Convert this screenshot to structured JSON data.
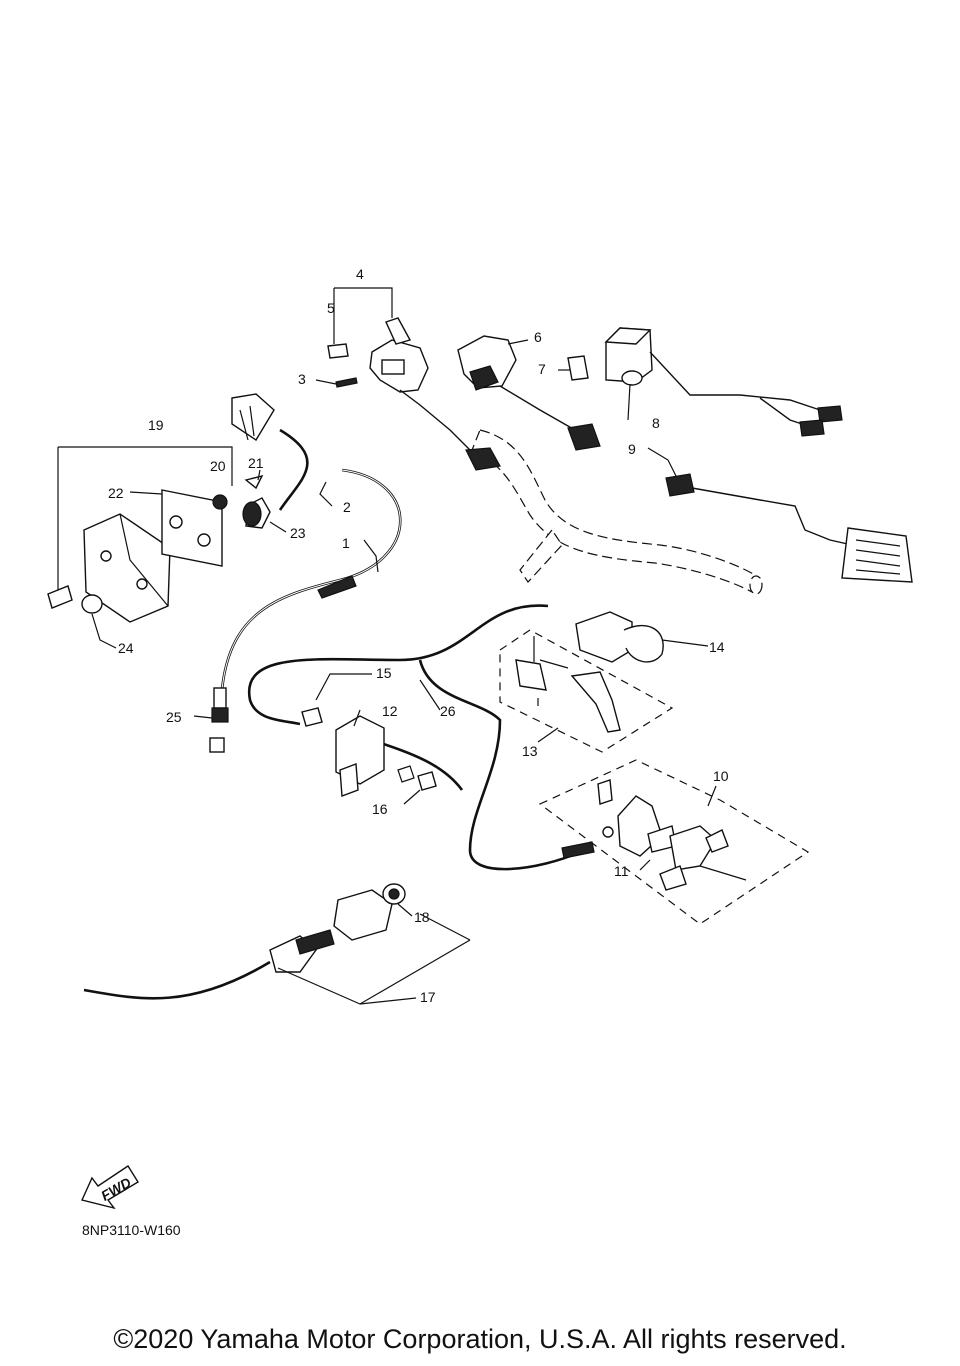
{
  "callouts": [
    {
      "id": "1",
      "text": "1"
    },
    {
      "id": "2",
      "text": "2"
    },
    {
      "id": "3",
      "text": "3"
    },
    {
      "id": "4",
      "text": "4"
    },
    {
      "id": "5",
      "text": "5"
    },
    {
      "id": "6",
      "text": "6"
    },
    {
      "id": "7",
      "text": "7"
    },
    {
      "id": "8",
      "text": "8"
    },
    {
      "id": "9",
      "text": "9"
    },
    {
      "id": "10",
      "text": "10"
    },
    {
      "id": "11",
      "text": "11"
    },
    {
      "id": "12",
      "text": "12"
    },
    {
      "id": "13",
      "text": "13"
    },
    {
      "id": "14",
      "text": "14"
    },
    {
      "id": "15",
      "text": "15"
    },
    {
      "id": "16",
      "text": "16"
    },
    {
      "id": "17",
      "text": "17"
    },
    {
      "id": "18",
      "text": "18"
    },
    {
      "id": "19",
      "text": "19"
    },
    {
      "id": "20",
      "text": "20"
    },
    {
      "id": "21",
      "text": "21"
    },
    {
      "id": "22",
      "text": "22"
    },
    {
      "id": "23",
      "text": "23"
    },
    {
      "id": "24",
      "text": "24"
    },
    {
      "id": "25",
      "text": "25"
    },
    {
      "id": "26",
      "text": "26"
    }
  ],
  "fwd_label": "FWD",
  "diagram_code": "8NP3110-W160",
  "copyright": "©2020 Yamaha Motor Corporation, U.S.A. All rights reserved."
}
